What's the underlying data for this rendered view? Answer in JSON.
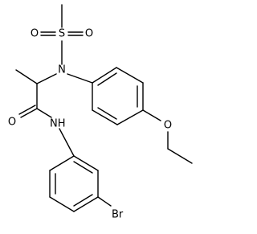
{
  "molecule": {
    "atoms": {
      "sulfur": "S",
      "sulfonyl_oxygen_left": "O",
      "sulfonyl_oxygen_right": "O",
      "sulfonamide_nitrogen": "N",
      "carbonyl_oxygen": "O",
      "amide_nitrogen": "NH",
      "ether_oxygen": "O",
      "bromine": "Br"
    }
  }
}
